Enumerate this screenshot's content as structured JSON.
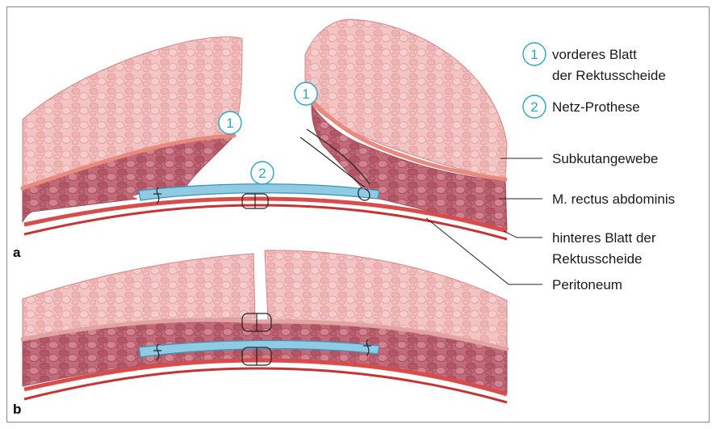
{
  "legend": [
    {
      "number": "1",
      "lines": [
        "vorderes Blatt",
        "der Rektusscheide"
      ]
    },
    {
      "number": "2",
      "lines": [
        "Netz-Prothese"
      ]
    }
  ],
  "labels": {
    "subkutangewebe": "Subkutangewebe",
    "rectus": "M. rectus abdominis",
    "hinteres_1": "hinteres Blatt der",
    "hinteres_2": "Rektusscheide",
    "peritoneum": "Peritoneum"
  },
  "markers": {
    "one": "1",
    "two": "2"
  },
  "panels": {
    "a": "a",
    "b": "b"
  },
  "colors": {
    "subcutaneous_fat": "#f4c4c4",
    "muscle": "#c9707f",
    "anterior_sheath": "#e98a7e",
    "posterior_sheath": "#d94c4c",
    "mesh": "#8fcbe2",
    "marker": "#2aa4c8"
  }
}
